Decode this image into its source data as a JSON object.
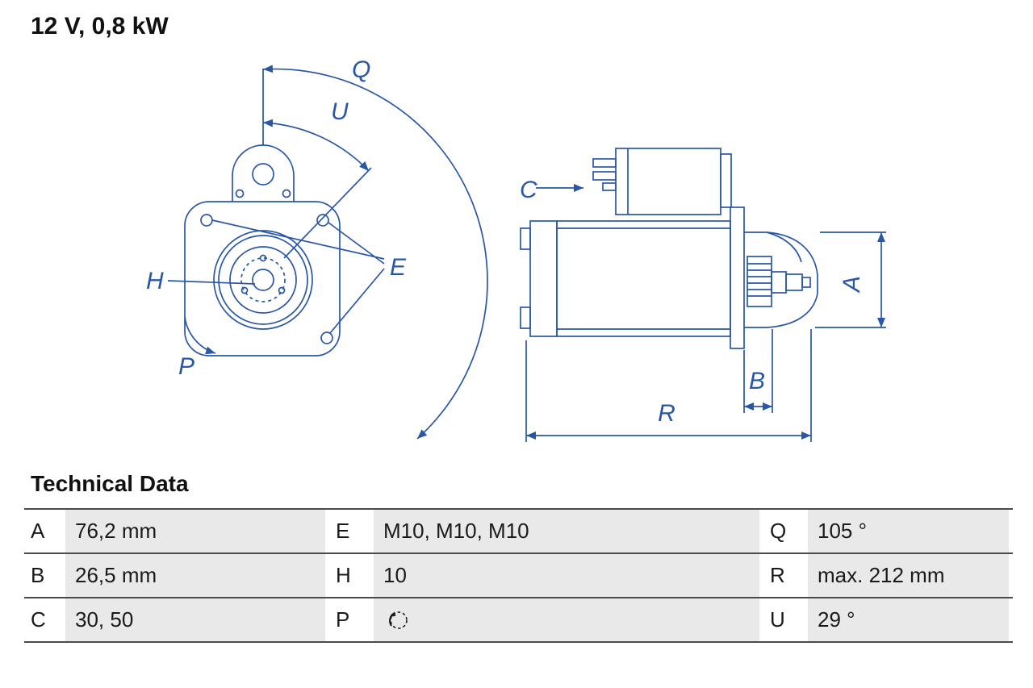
{
  "header": {
    "title": "12 V, 0,8 kW"
  },
  "colors": {
    "line_blue": "#2a57a5",
    "text": "#1a1a1a",
    "table_value_bg": "#e9e9e9"
  },
  "drawing": {
    "labels": {
      "q": "Q",
      "u": "U",
      "e": "E",
      "h": "H",
      "p": "P",
      "c": "C",
      "a": "A",
      "b": "B",
      "r": "R"
    }
  },
  "technical_data": {
    "heading": "Technical Data",
    "rows": [
      {
        "cells": [
          {
            "key": "A",
            "value": "76,2 mm"
          },
          {
            "key": "E",
            "value": "M10, M10, M10"
          },
          {
            "key": "Q",
            "value": "105 °"
          }
        ]
      },
      {
        "cells": [
          {
            "key": "B",
            "value": "26,5 mm"
          },
          {
            "key": "H",
            "value": "10"
          },
          {
            "key": "R",
            "value": "max. 212 mm"
          }
        ]
      },
      {
        "cells": [
          {
            "key": "C",
            "value": "30, 50"
          },
          {
            "key": "P",
            "value": "",
            "icon": "rotation-ccw-icon"
          },
          {
            "key": "U",
            "value": "29 °"
          }
        ]
      }
    ]
  }
}
